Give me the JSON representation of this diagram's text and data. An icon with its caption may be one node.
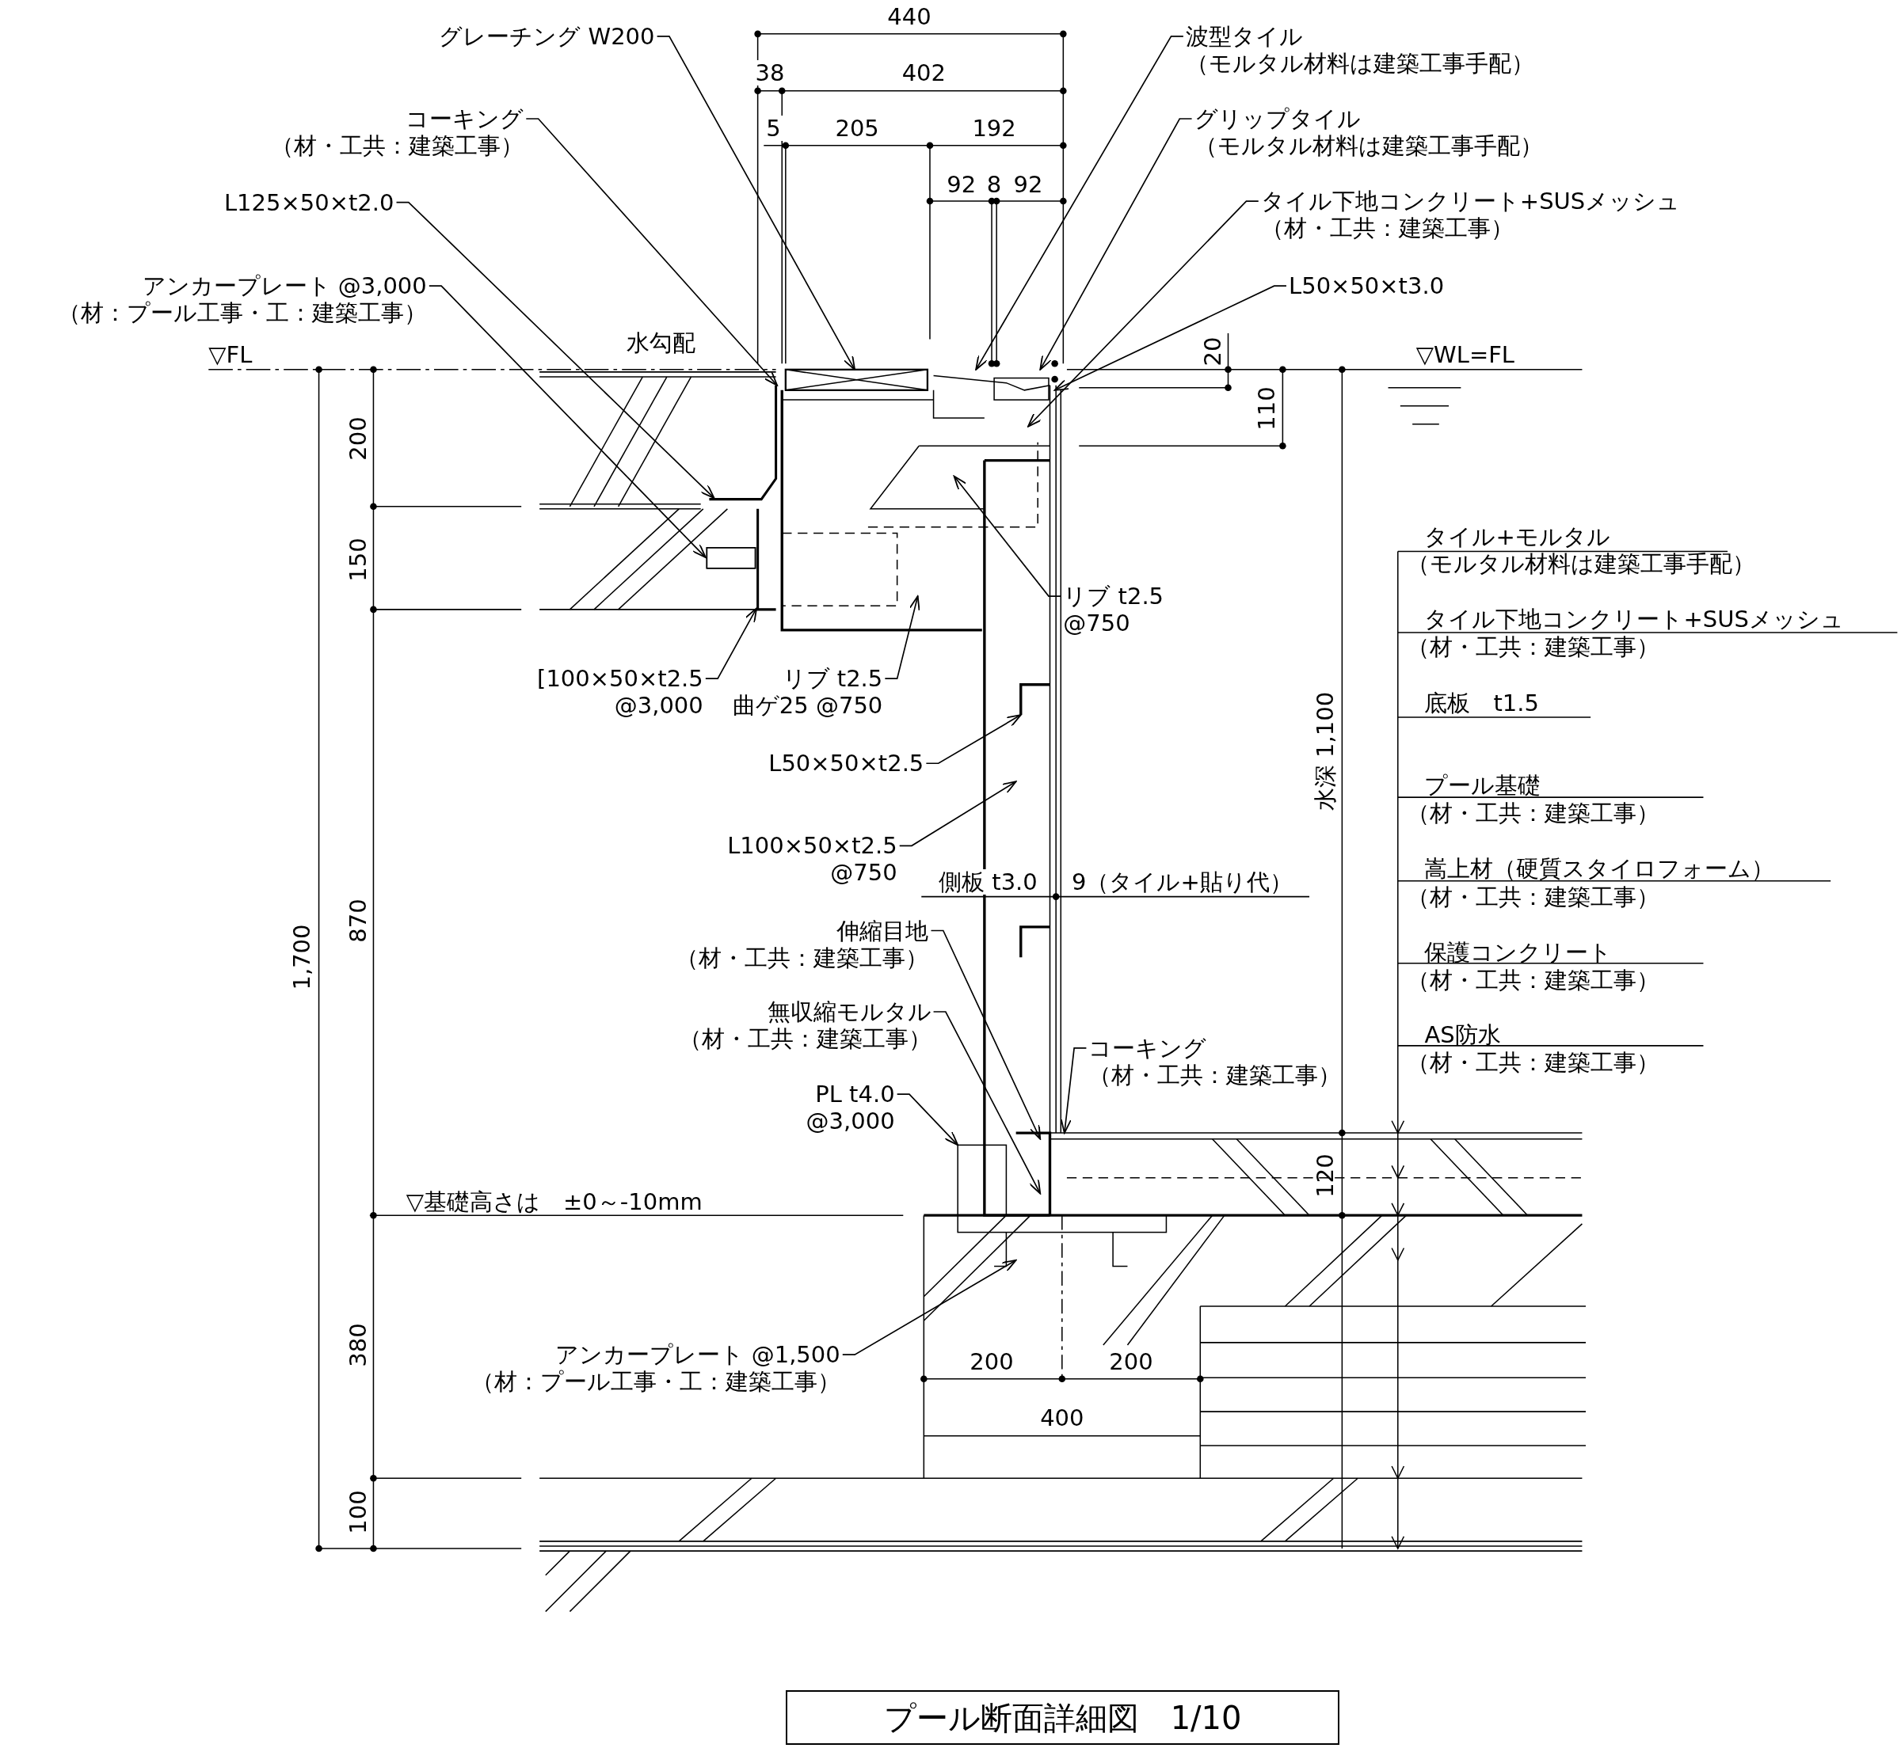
{
  "diagram": {
    "title": "プール断面詳細図　1/10",
    "nodes": [
      {
        "text": [
          "グレーチング W200"
        ]
      },
      {
        "text": [
          "コーキング",
          "（材・工共：建築工事）"
        ]
      },
      {
        "text": [
          "L125×50×t2.0"
        ]
      },
      {
        "text": [
          "アンカープレート @3,000",
          "（材：プール工事・工：建築工事）"
        ]
      },
      {
        "text": [
          "波型タイル",
          "（モルタル材料は建築工事手配）"
        ]
      },
      {
        "text": [
          "グリップタイル",
          "（モルタル材料は建築工事手配）"
        ]
      },
      {
        "text": [
          "タイル下地コンクリート+SUSメッシュ",
          "（材・工共：建築工事）"
        ]
      },
      {
        "text": [
          "L50×50×t3.0"
        ]
      },
      {
        "text": [
          "リブ t2.5",
          "@750"
        ]
      },
      {
        "text": [
          "[100×50×t2.5",
          "@3,000"
        ]
      },
      {
        "text": [
          "リブ t2.5",
          "曲ゲ25 @750"
        ]
      },
      {
        "text": [
          "L50×50×t2.5"
        ]
      },
      {
        "text": [
          "L100×50×t2.5",
          "@750"
        ]
      },
      {
        "text": [
          "伸縮目地",
          "（材・工共：建築工事）"
        ]
      },
      {
        "text": [
          "無収縮モルタル",
          "（材・工共：建築工事）"
        ]
      },
      {
        "text": [
          "コーキング",
          "（材・工共：建築工事）"
        ]
      },
      {
        "text": [
          "PL t4.0",
          "@3,000"
        ]
      },
      {
        "text": [
          "アンカープレート @1,500",
          "（材：プール工事・工：建築工事）"
        ]
      },
      {
        "text": [],
        "shape": "bar"
      },
      {
        "text": [],
        "shape": "bar"
      },
      {
        "text": [],
        "shape": "box"
      }
    ],
    "edges": [
      {
        "from": 0,
        "to": null,
        "arrow": "to"
      },
      {
        "from": 1,
        "to": 18,
        "arrow": "to"
      },
      {
        "from": 2,
        "to": 18,
        "arrow": "to"
      },
      {
        "from": 3,
        "to": 20,
        "arrow": "to"
      },
      {
        "from": 4,
        "to": null,
        "arrow": "to"
      },
      {
        "from": 5,
        "to": null,
        "arrow": "to"
      },
      {
        "from": 6,
        "to": null,
        "arrow": "to"
      },
      {
        "from": 7,
        "to": null,
        "arrow": "to"
      },
      {
        "from": 8,
        "to": null,
        "arrow": "to"
      },
      {
        "from": 9,
        "to": 19,
        "arrow": "to"
      },
      {
        "from": 10,
        "to": null,
        "arrow": "to"
      },
      {
        "from": 11,
        "to": null,
        "arrow": "to"
      },
      {
        "from": 12,
        "to": null,
        "arrow": "to"
      },
      {
        "from": 13,
        "to": null,
        "arrow": "to"
      },
      {
        "from": 14,
        "to": null,
        "arrow": "to"
      },
      {
        "from": 15,
        "to": null,
        "arrow": "to"
      },
      {
        "from": 16,
        "to": null,
        "arrow": "to"
      },
      {
        "from": 17,
        "to": null,
        "arrow": "to"
      }
    ],
    "labels": [
      "水勾配",
      "▽FL",
      "▽WL=FL",
      "440",
      "38",
      "402",
      "5",
      "205",
      "192",
      "92",
      "8",
      "92",
      "20",
      "110",
      "200",
      "150",
      "870",
      "1,700",
      "380",
      "100",
      "水深 1,100",
      "120",
      "側板 t3.0",
      "9（タイル+貼り代）",
      "▽基礎高さは　±0～-10mm",
      "200",
      "200",
      "400",
      "タイル+モルタル",
      "（モルタル材料は建築工事手配）",
      "タイル下地コンクリート+SUSメッシュ",
      "（材・工共：建築工事）",
      "底板　t1.5",
      "プール基礎",
      "（材・工共：建築工事）",
      "嵩上材（硬質スタイロフォーム）",
      "（材・工共：建築工事）",
      "保護コンクリート",
      "（材・工共：建築工事）",
      "AS防水",
      "（材・工共：建築工事）"
    ]
  }
}
